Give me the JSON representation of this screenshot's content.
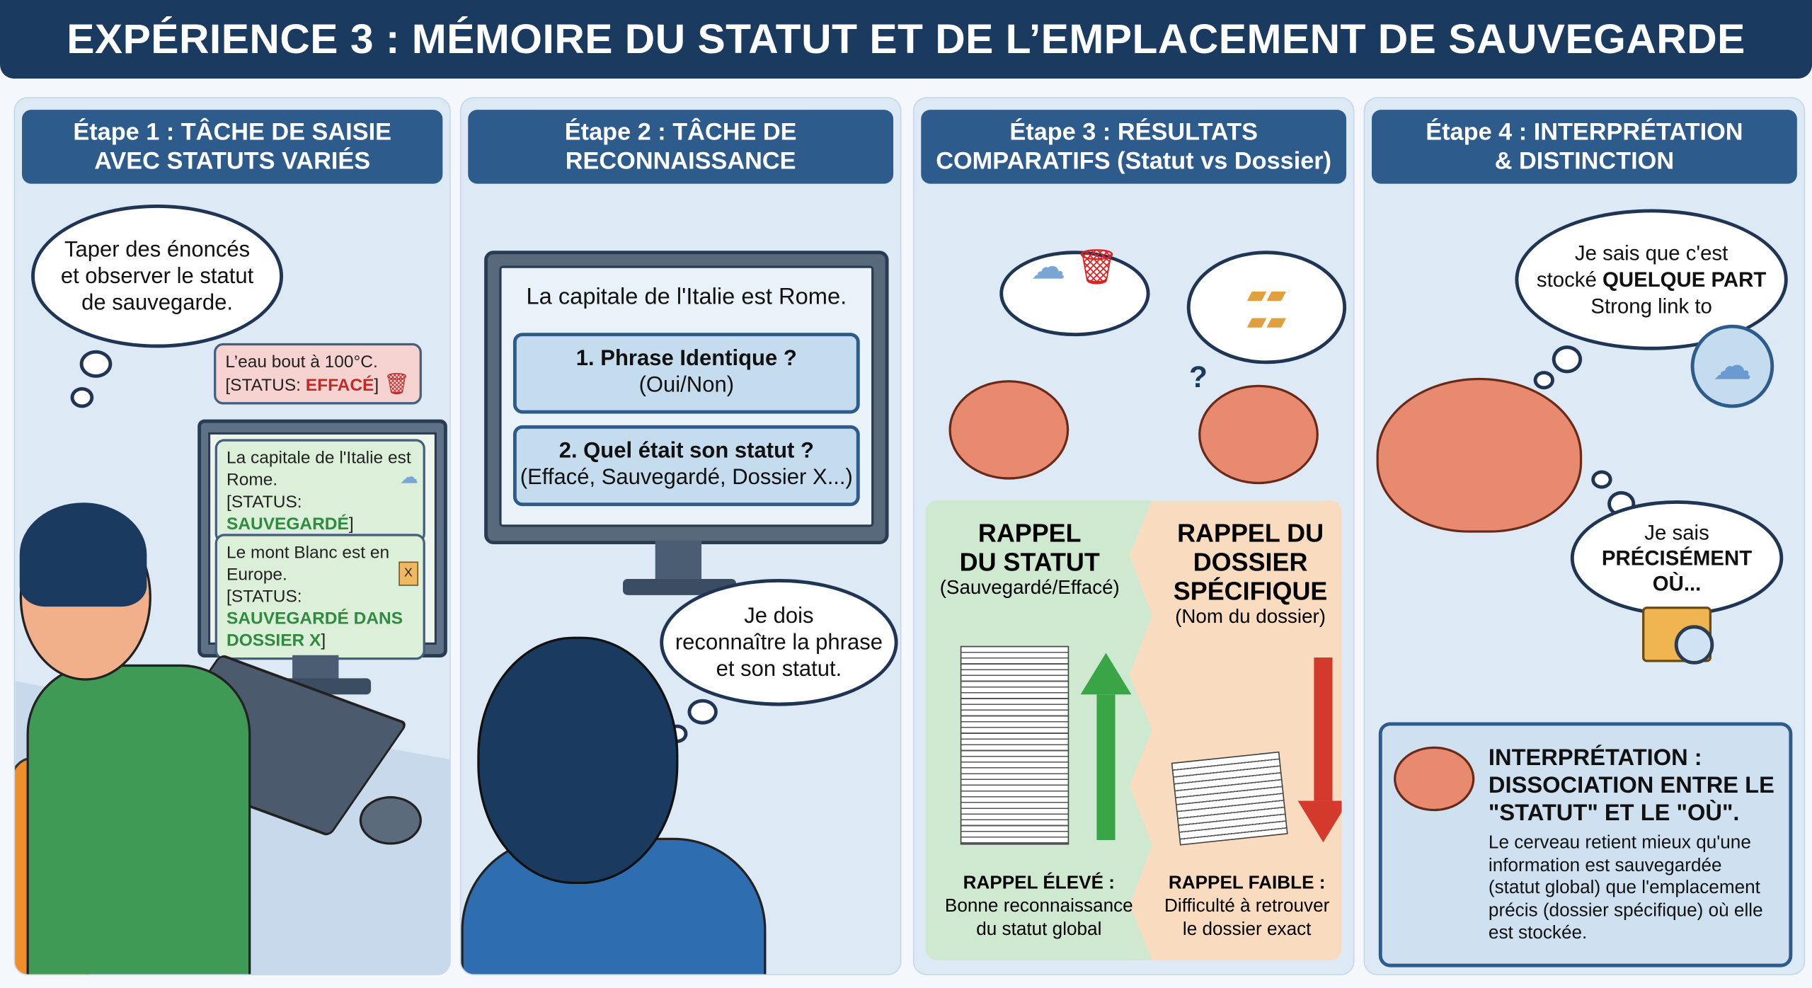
{
  "title": "EXPÉRIENCE 3 : MÉMOIRE DU STATUT ET DE L’EMPLACEMENT DE SAUVEGARDE",
  "step1": {
    "h1": "Étape 1 : TÂCHE DE SAISIE",
    "h2": "AVEC STATUTS VARIÉS",
    "thought": [
      "Taper des énoncés",
      "et observer le statut",
      "de sauvegarde."
    ],
    "notes": [
      {
        "text": "L’eau bout à 100°C.",
        "prefix": "[STATUS: ",
        "status": "EFFACÉ",
        "suffix": "]"
      },
      {
        "text": "La capitale de l'Italie est Rome.",
        "prefix": "[STATUS: ",
        "status": "SAUVEGARDÉ",
        "suffix": "]"
      },
      {
        "text": "Le mont Blanc est en Europe.",
        "prefix": "[STATUS: ",
        "status": "SAUVEGARDÉ DANS DOSSIER X",
        "suffix": "]",
        "folder": "X"
      }
    ]
  },
  "step2": {
    "h1": "Étape 2 : TÂCHE DE",
    "h2": "RECONNAISSANCE",
    "sentence": "La capitale de l'Italie est Rome.",
    "q1": "1. Phrase Identique ?",
    "q1sub": "(Oui/Non)",
    "q2": "2. Quel était son statut ?",
    "q2sub": "(Effacé, Sauvegardé, Dossier X...)",
    "thought": [
      "Je dois",
      "reconnaître la phrase",
      "et son statut."
    ]
  },
  "step3": {
    "h1": "Étape 3 : RÉSULTATS",
    "h2": "COMPARATIFS (Statut vs Dossier)",
    "question": "?",
    "left": {
      "t1": "RAPPEL",
      "t2": "DU STATUT",
      "sub": "(Sauvegardé/Effacé)",
      "r1": "RAPPEL ÉLEVÉ :",
      "r2": "Bonne reconnaissance",
      "r3": "du statut global"
    },
    "right": {
      "t1": "RAPPEL DU",
      "t2": "DOSSIER",
      "t3": "SPÉCIFIQUE",
      "sub": "(Nom du dossier)",
      "r1": "RAPPEL FAIBLE :",
      "r2": "Difficulté à retrouver",
      "r3": "le dossier exact"
    }
  },
  "step4": {
    "h1": "Étape 4 : INTERPRÉTATION",
    "h2": "& DISTINCTION",
    "thought1a": "Je sais que c'est",
    "thought1b": "stocké ",
    "thought1bold": "QUELQUE PART",
    "thought1c": "Strong link to",
    "thought2a": "Je sais",
    "thought2b": "PRÉCISÉMENT",
    "thought2c": "OÙ...",
    "box_title": [
      "INTERPRÉTATION :",
      "DISSOCIATION ENTRE LE",
      "\"STATUT\" ET LE \"OÙ\"."
    ],
    "box_text": "Le cerveau retient mieux qu'une information est sauvegardée (statut global) que l'emplacement précis (dossier spécifique) où elle est stockée."
  },
  "colors": {
    "navy": "#1b3a5f",
    "header": "#2d5b8c",
    "green": "#2e8b3f",
    "red": "#c22a2a"
  }
}
